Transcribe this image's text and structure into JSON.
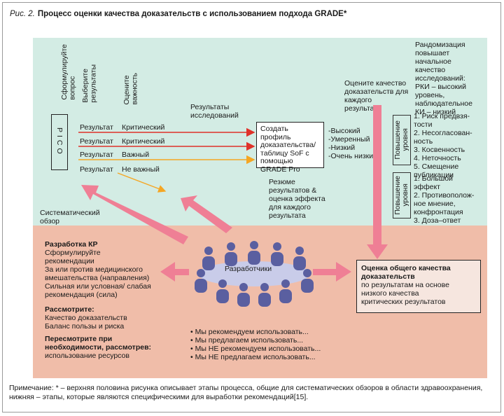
{
  "title": {
    "fig_label": "Рис. 2.",
    "heading": "Процесс оценки качества доказательств с использованием подхода GRADE*"
  },
  "top": {
    "col1": [
      "Сформулируйте",
      "вопрос"
    ],
    "col2": [
      "Выберите",
      "результаты"
    ],
    "col3": [
      "Оцените",
      "важность"
    ],
    "pico": "PICO",
    "results_research": [
      "Результаты",
      "исследований"
    ],
    "rows": [
      {
        "result": "Результат",
        "importance": "Критический"
      },
      {
        "result": "Результат",
        "importance": "Критический"
      },
      {
        "result": "Результат",
        "importance": "Важный"
      },
      {
        "result": "Результат",
        "importance": "Не важный"
      }
    ],
    "profile_box": "Создать профиль доказательства/ таблицу SoF с помощью GRADE Pro",
    "quality_levels": [
      "-Высокий",
      "-Умеренный",
      "-Низкий",
      "-Очень низкий"
    ],
    "rate_quality": [
      "Оцените качество",
      "доказательств для",
      "каждого",
      "результата"
    ],
    "summary": [
      "Резюме",
      "результатов &",
      "оценка эффекта",
      "для каждого",
      "результата"
    ],
    "systematic": [
      "Систематический",
      "обзор"
    ],
    "randomization": [
      "Рандомизация",
      "повышает",
      "начальное",
      "качество",
      "исследований:",
      "РКИ – высокий",
      "уровень,",
      "наблюдательное",
      "КИ – низкий"
    ],
    "downgrade_label": [
      "Повышение",
      "уровня"
    ],
    "downgrade_items": [
      "1. Риск предвзя-",
      "   тости",
      "2. Несогласован-",
      "   ность",
      "3. Косвенность",
      "4. Неточность",
      "5. Смещение",
      "   публикации"
    ],
    "upgrade_label": [
      "Повышение",
      "уровня"
    ],
    "upgrade_items": [
      "1. Большой",
      "   эффект",
      "2. Противополож-",
      "   ное мнение,",
      "   конфронтация",
      "3. Доза–ответ"
    ]
  },
  "bottom": {
    "developers": "Разработчики",
    "kr_heading": "Разработка КР",
    "kr_lines": [
      "Сформулируйте",
      "рекомендации",
      "За или против медицинского",
      "вмешательства (направления)",
      "Сильная или условная/ слабая",
      "рекомендация (сила)"
    ],
    "consider_heading": "Рассмотрите:",
    "consider_lines": [
      "Качество доказательств",
      "Баланс пользы и риска"
    ],
    "reconsider_heading": [
      "Пересмотрите при",
      "необходимости, рассмотрев:"
    ],
    "reconsider_lines": [
      "использование ресурсов"
    ],
    "overall_heading": [
      "Оценка общего качества",
      "доказательств"
    ],
    "overall_lines": [
      "по результатам на основе",
      "низкого качества",
      "критических результатов"
    ],
    "recommend": [
      "• Мы рекомендуем использовать...",
      "• Мы предлагаем использовать...",
      "• Мы НЕ рекомендуем использовать...",
      "• Мы НЕ предлагаем использовать..."
    ]
  },
  "note": "Примечание: * – верхняя половина рисунка описывает этапы процесса, общие для систематических обзоров в области здравоохранения, нижняя – этапы, которые являются специфическими для выработки рекомендаций[15].",
  "colors": {
    "green_panel": "#d3ece4",
    "peach_panel": "#f0bda9",
    "arrow_red": "#e0322a",
    "arrow_orange": "#f5a623",
    "arrow_pink": "#ef7f95",
    "people": "#5a5fa0",
    "ellipse": "#c9cce9"
  }
}
